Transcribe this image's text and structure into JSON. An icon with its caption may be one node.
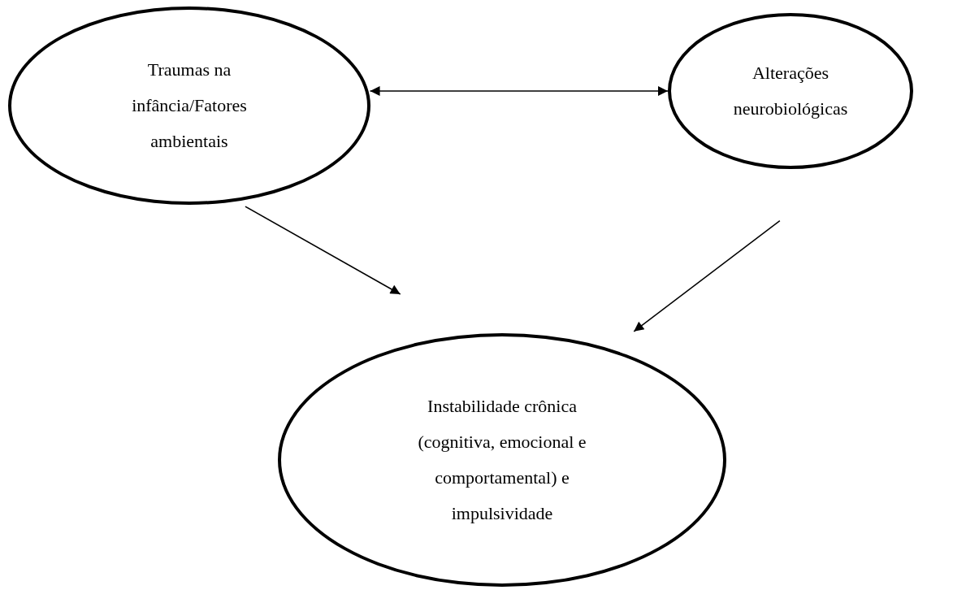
{
  "diagram": {
    "nodes": [
      {
        "text": [
          "Traumas na infância/Fatores ambientais"
        ]
      },
      {
        "text": [
          "Alterações neurobiológicas"
        ]
      },
      {
        "text": [
          "Instabilidade crônica (cognitiva, emocional e comportamental) e impulsividade"
        ]
      }
    ],
    "edges": [
      {
        "from": 0,
        "to": 1,
        "arrow": "both"
      },
      {
        "from": 0,
        "to": 2,
        "arrow": "to"
      },
      {
        "from": 1,
        "to": 2,
        "arrow": "to"
      }
    ]
  }
}
